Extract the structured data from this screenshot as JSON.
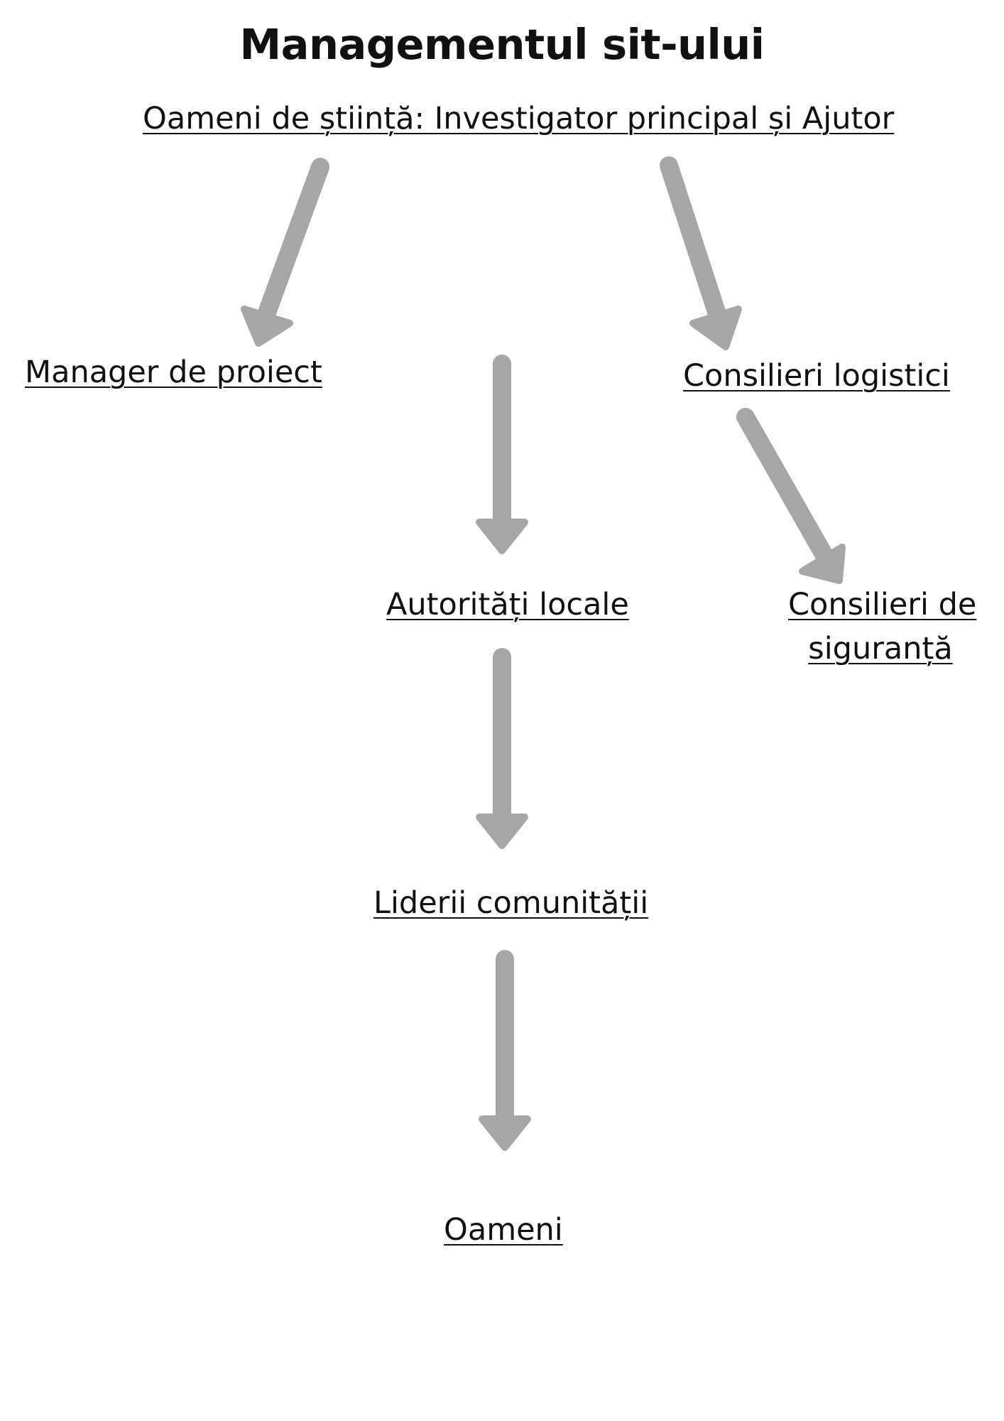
{
  "diagram": {
    "title": "Managementul sit-ului",
    "nodes": {
      "scientists": "Oameni de știință: Investigator principal și Ajutor",
      "project_manager": "Manager de proiect",
      "logistic_advisors": "Consilieri logistici",
      "local_authorities": "Autorități locale",
      "safety_advisors_line1": "Consilieri de",
      "safety_advisors_line2": "siguranță",
      "community_leaders": "Liderii comunității",
      "people": "Oameni"
    },
    "arrows": [
      {
        "from": "scientists",
        "to": "project_manager"
      },
      {
        "from": "scientists",
        "to": "logistic_advisors"
      },
      {
        "from": "logistic_advisors",
        "to": "safety_advisors"
      },
      {
        "from": "local_authorities",
        "to": "community_leaders"
      },
      {
        "from": "community_leaders",
        "to": "people"
      }
    ],
    "arrow_color": "#a6a6a6"
  }
}
